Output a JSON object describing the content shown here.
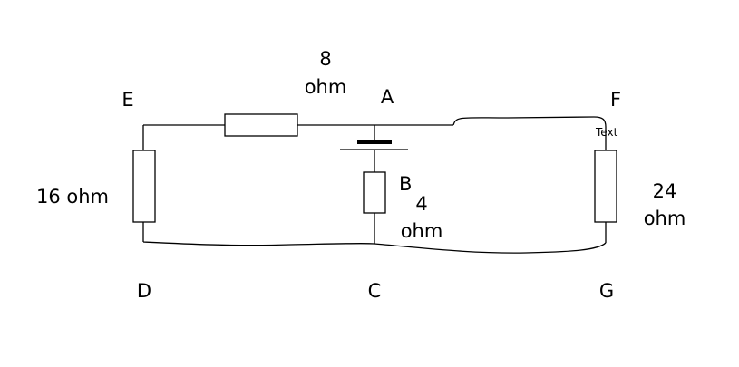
{
  "nodes": {
    "A": "A",
    "B": "B",
    "C": "C",
    "D": "D",
    "E": "E",
    "F": "F",
    "G": "G"
  },
  "resistors": {
    "top": {
      "value": "8",
      "unit": "ohm"
    },
    "left": {
      "label": "16 ohm"
    },
    "middle": {
      "value": "4",
      "unit": "ohm"
    },
    "right": {
      "value": "24",
      "unit": "ohm"
    }
  },
  "annotation": "Text",
  "colors": {
    "ink": "#000000",
    "background": "#ffffff"
  }
}
